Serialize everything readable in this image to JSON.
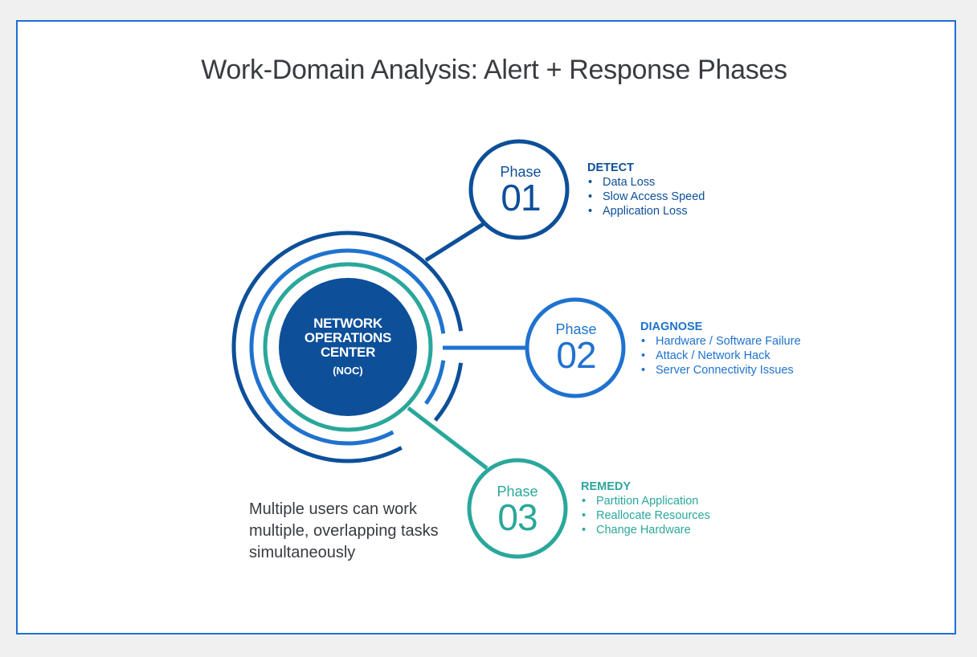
{
  "title": "Work-Domain Analysis: Alert + Response Phases",
  "colors": {
    "frame_border": "#1f6fd6",
    "dark_blue": "#0d4f99",
    "mid_blue": "#1f72cf",
    "teal": "#2aa79b",
    "noc_fill": "#0d4f99",
    "title_text": "#383b40"
  },
  "center": {
    "line1": "NETWORK",
    "line2": "OPERATIONS",
    "line3": "CENTER",
    "abbreviation": "(NOC)"
  },
  "phases": [
    {
      "word": "Phase",
      "number": "01",
      "heading": "DETECT",
      "color": "#0d4f99",
      "items": [
        "Data Loss",
        "Slow Access Speed",
        "Application Loss"
      ]
    },
    {
      "word": "Phase",
      "number": "02",
      "heading": "DIAGNOSE",
      "color": "#1f72cf",
      "items": [
        "Hardware / Software Failure",
        "Attack  / Network Hack",
        "Server Connectivity Issues"
      ]
    },
    {
      "word": "Phase",
      "number": "03",
      "heading": "REMEDY",
      "color": "#2aa79b",
      "items": [
        "Partition Application",
        "Reallocate Resources",
        "Change Hardware"
      ]
    }
  ],
  "note": "Multiple users can work multiple, overlapping tasks simultaneously"
}
